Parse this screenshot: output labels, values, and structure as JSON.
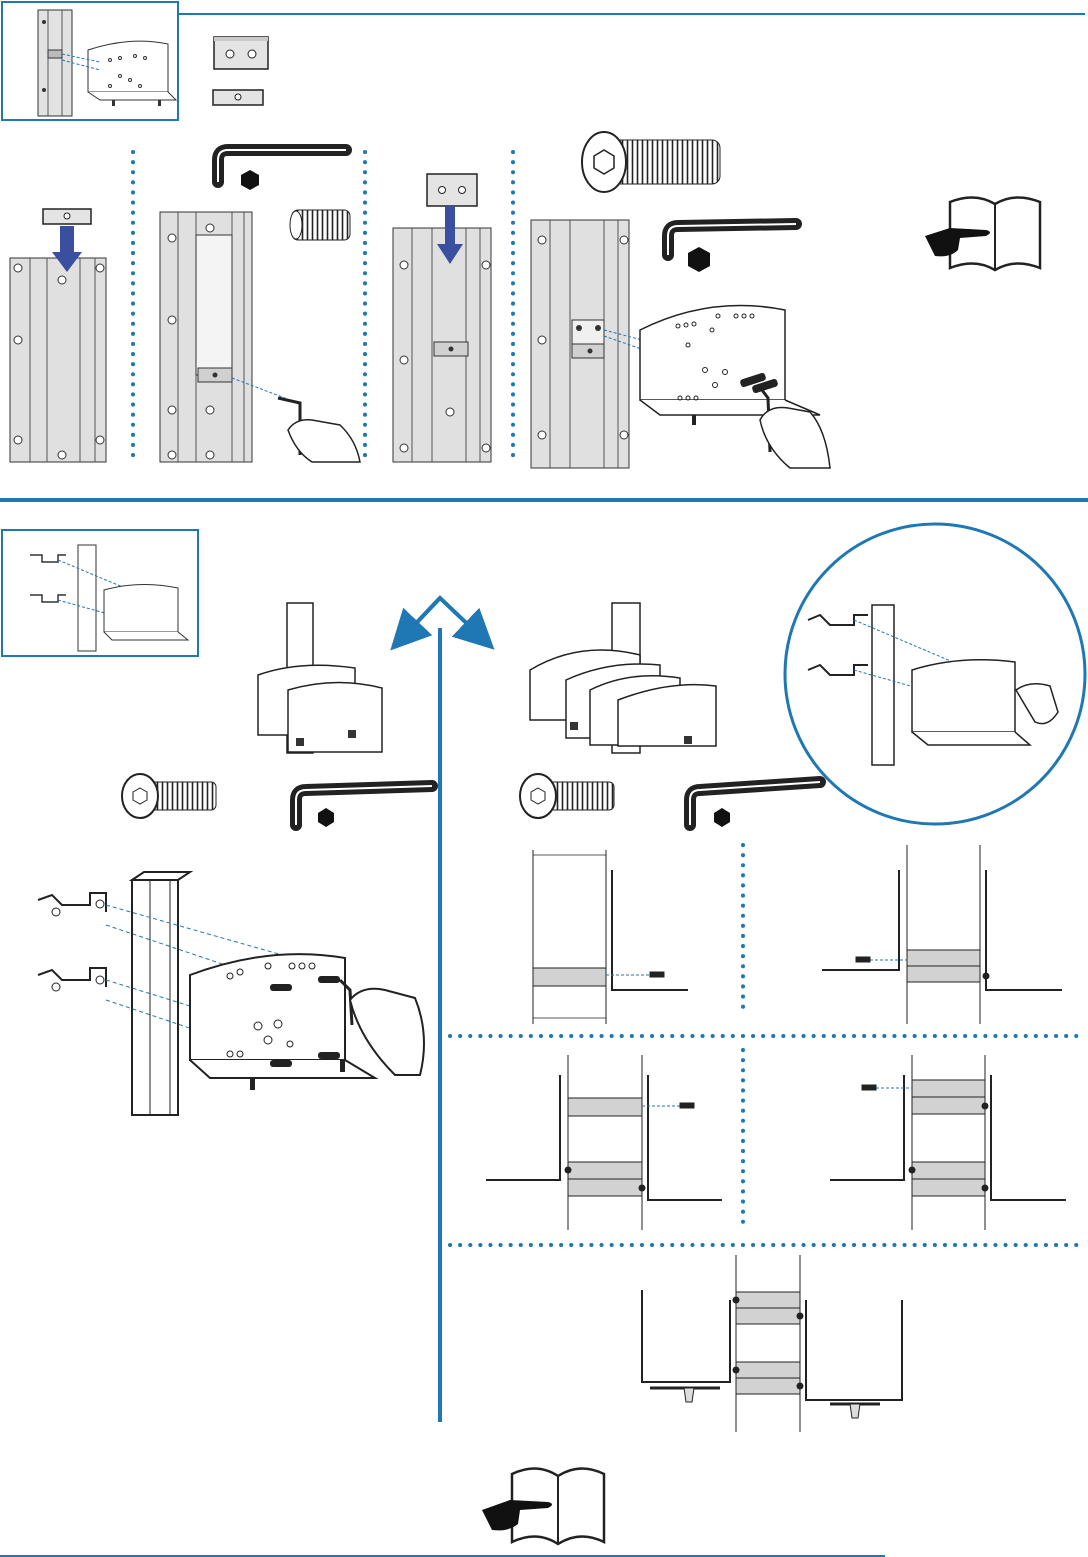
{
  "colors": {
    "accent": "#1f77b4",
    "line": "#1a1a1a",
    "metal": "#dcdcdc",
    "metal_dark": "#bdbdbd",
    "arrow": "#3a4fa0",
    "band": "#cfcfcf"
  },
  "top_section": {
    "inset": "bracket-on-rail-inset",
    "parts": [
      "plate-two-hole",
      "plate-one-hole"
    ],
    "steps": [
      {
        "id": 1,
        "tools": [],
        "action": "insert-plate-into-rail"
      },
      {
        "id": 2,
        "tools": [
          "allen-key-icon",
          "set-screw-icon"
        ],
        "action": "tighten-set-screw"
      },
      {
        "id": 3,
        "tools": [],
        "action": "insert-plate-into-rail"
      },
      {
        "id": 4,
        "tools": [
          "bolt-icon",
          "allen-key-icon"
        ],
        "action": "attach-shelf-to-rail"
      }
    ],
    "manual_icon": "manual-pointing-hand-icon"
  },
  "bottom_section": {
    "inset": "bracket-on-post-inset",
    "options": [
      {
        "id": "single-shelf",
        "tools": [
          "bolt-icon",
          "allen-key-icon"
        ]
      },
      {
        "id": "double-shelf",
        "tools": [
          "bolt-icon",
          "allen-key-icon"
        ]
      }
    ],
    "detail_circle": "clamp-detail-circle",
    "cross_sections": 5,
    "manual_icon": "manual-pointing-hand-icon"
  }
}
